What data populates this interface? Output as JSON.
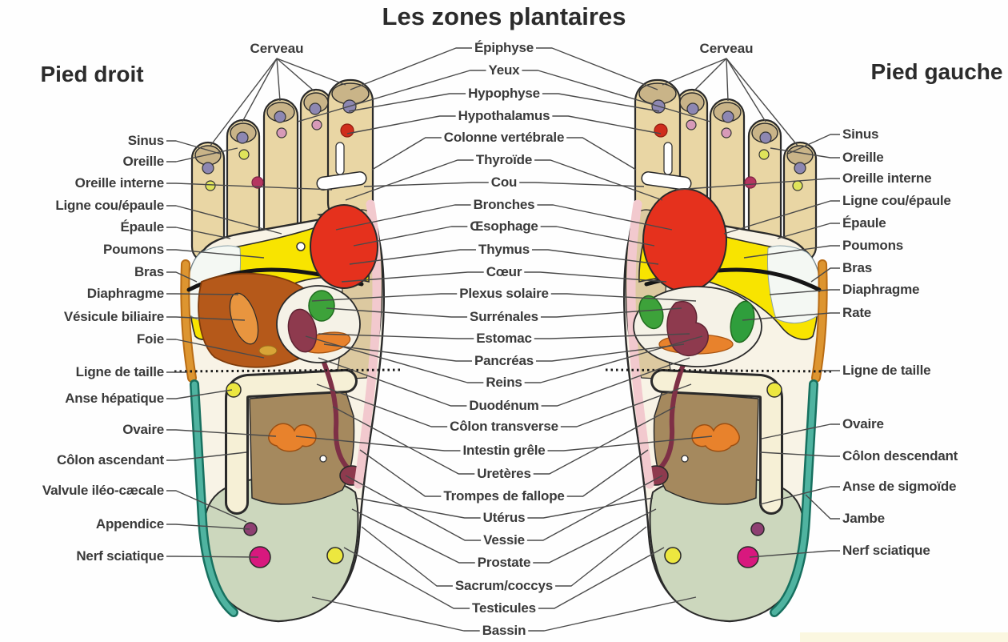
{
  "title": "Les zones plantaires",
  "headings": {
    "right_foot": "Pied droit",
    "left_foot": "Pied gauche"
  },
  "brain_label": "Cerveau",
  "left_labels": [
    "Sinus",
    "Oreille",
    "Oreille interne",
    "Ligne cou/épaule",
    "Épaule",
    "Poumons",
    "Bras",
    "Diaphragme",
    "Vésicule biliaire",
    "Foie",
    "Ligne de taille",
    "Anse hépatique",
    "Ovaire",
    "Côlon ascendant",
    "Valvule iléo-cæcale",
    "Appendice",
    "Nerf sciatique"
  ],
  "center_labels": [
    "Épiphyse",
    "Yeux",
    "Hypophyse",
    "Hypothalamus",
    "Colonne vertébrale",
    "Thyroïde",
    "Cou",
    "Bronches",
    "Œsophage",
    "Thymus",
    "Cœur",
    "Plexus solaire",
    "Surrénales",
    "Estomac",
    "Pancréas",
    "Reins",
    "Duodénum",
    "Côlon transverse",
    "Intestin grêle",
    "Uretères",
    "Trompes de fallope",
    "Utérus",
    "Vessie",
    "Prostate",
    "Sacrum/coccys",
    "Testicules",
    "Bassin"
  ],
  "right_labels": [
    "Sinus",
    "Oreille",
    "Oreille interne",
    "Ligne cou/épaule",
    "Épaule",
    "Poumons",
    "Bras",
    "Diaphragme",
    "Rate",
    "Ligne de taille",
    "Ovaire",
    "Côlon descendant",
    "Anse de sigmoïde",
    "Jambe",
    "Nerf sciatique"
  ],
  "colors": {
    "text": "#3a3a3a",
    "line": "#4a4a4a",
    "yellow_zone": "#f8e400",
    "red_zone": "#e5311d",
    "liver_zone": "#b5591a",
    "green_organ": "#3da23a",
    "teal_edge": "#2f9b8a",
    "magenta_point": "#d8187e",
    "cream_colon": "#f6f0d6",
    "sage_heel": "#ccd7bd",
    "toe_skin": "#e9d6a4"
  }
}
